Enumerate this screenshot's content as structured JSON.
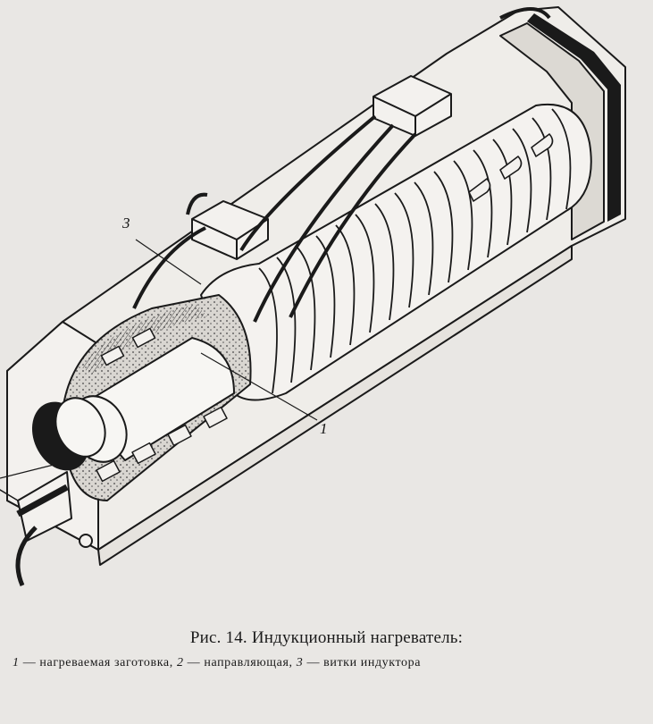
{
  "figure": {
    "callouts": {
      "c1": "1",
      "c3": "3"
    }
  },
  "caption": {
    "title": "Рис. 14. Индукционный нагреватель:",
    "legend": {
      "n1": "1",
      "t1": " — нагреваемая заготовка, ",
      "n2": "2",
      "t2": " — направляющая, ",
      "n3": "3",
      "t3": " — витки индуктора"
    }
  },
  "colors": {
    "paper": "#e9e7e4",
    "ink": "#1a1a1a"
  }
}
